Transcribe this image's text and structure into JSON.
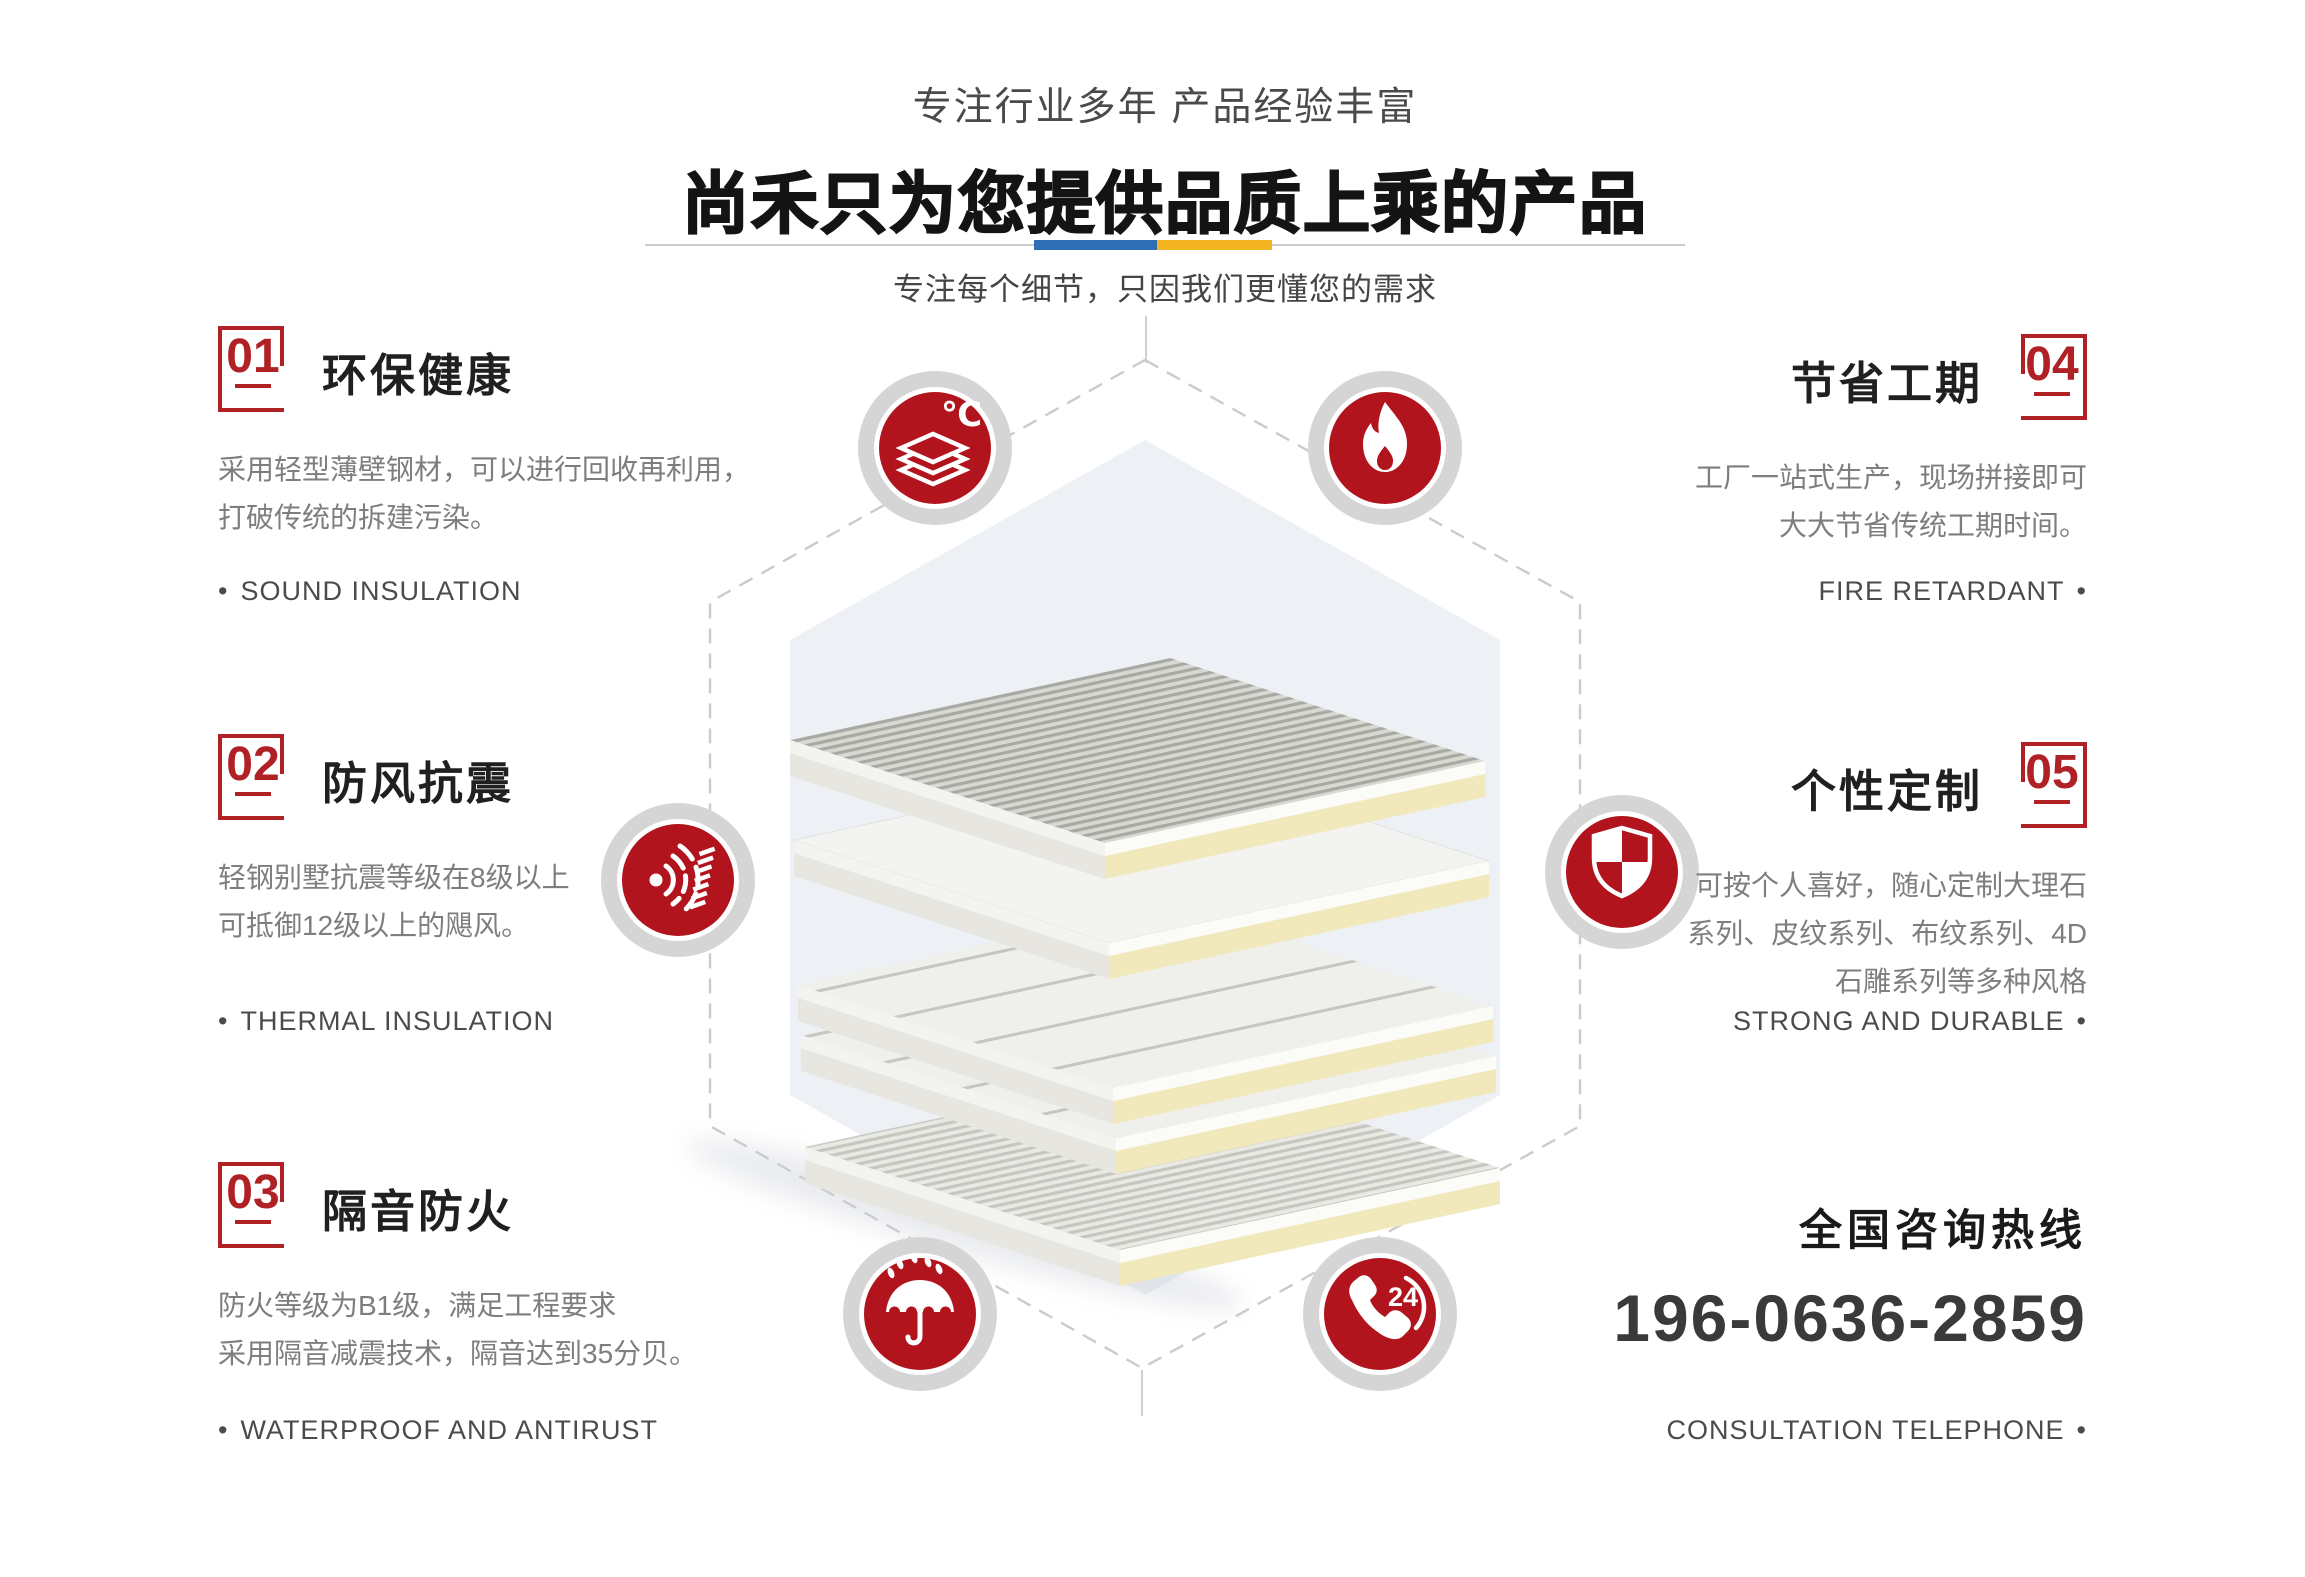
{
  "header": {
    "tagline": "专注行业多年 产品经验丰富",
    "title": "尚禾只为您提供品质上乘的产品",
    "subtitle": "专注每个细节，只因我们更懂您的需求"
  },
  "features": [
    {
      "num": "01",
      "title": "环保健康",
      "desc": "采用轻型薄壁钢材，可以进行回收再利用，\n打破传统的拆建污染。",
      "caption": "SOUND INSULATION",
      "bullet": "•"
    },
    {
      "num": "02",
      "title": "防风抗震",
      "desc": "轻钢别墅抗震等级在8级以上\n可抵御12级以上的飓风。",
      "caption": "THERMAL INSULATION",
      "bullet": "•"
    },
    {
      "num": "03",
      "title": "隔音防火",
      "desc": "防火等级为B1级，满足工程要求\n采用隔音减震技术，隔音达到35分贝。",
      "caption": "WATERPROOF AND ANTIRUST",
      "bullet": "•"
    },
    {
      "num": "04",
      "title": "节省工期",
      "desc": "工厂一站式生产，现场拼接即可\n大大节省传统工期时间。",
      "caption": "FIRE RETARDANT",
      "bullet": "•"
    },
    {
      "num": "05",
      "title": "个性定制",
      "desc": "可按个人喜好，随心定制大理石\n系列、皮纹系列、布纹系列、4D\n石雕系列等多种风格",
      "caption": "STRONG AND DURABLE",
      "bullet": "•"
    }
  ],
  "hotline": {
    "label": "全国咨询热线",
    "phone": "196-0636-2859",
    "caption": "CONSULTATION TELEPHONE",
    "bullet": "•"
  },
  "icons": [
    {
      "name": "layers-temperature-icon",
      "label": "℃"
    },
    {
      "name": "flame-icon"
    },
    {
      "name": "sound-waves-icon"
    },
    {
      "name": "shield-check-icon"
    },
    {
      "name": "umbrella-rain-icon"
    },
    {
      "name": "phone-24h-icon",
      "label": "24"
    }
  ],
  "colors": {
    "red_box": "#b02125",
    "red_icon": "#b2141d",
    "blue": "#2f6eb4",
    "yellow": "#f2b521",
    "hex_fill": "#edf0f4",
    "dash_line": "#cbcbcb",
    "foam": "#f1e8bc"
  }
}
